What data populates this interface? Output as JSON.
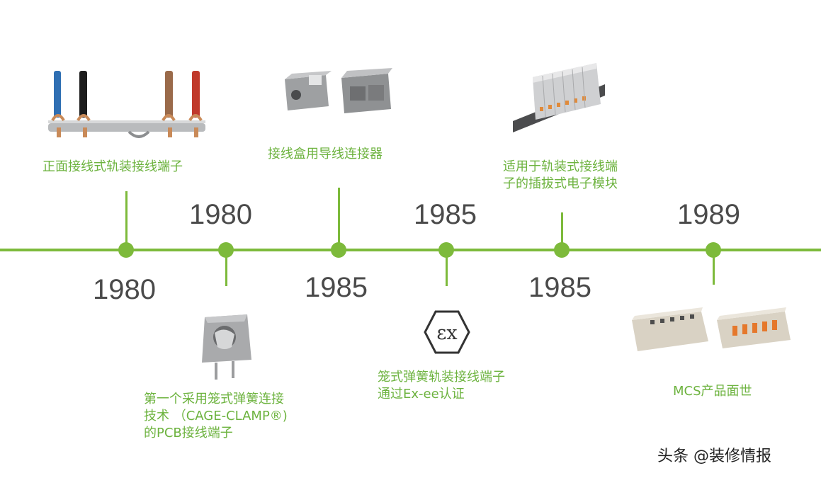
{
  "accent_color": "#7dba3b",
  "events": [
    {
      "year": "1980",
      "caption": "正面接线式轨装接线端子",
      "image": "terminal-block-with-wires"
    },
    {
      "year": "1980",
      "caption_lines": [
        "第一个采用笼式弹簧连接",
        "技术 （CAGE-CLAMP®)",
        "的PCB接线端子"
      ],
      "image": "pcb-terminal-block"
    },
    {
      "year": "1985",
      "caption": "接线盒用导线连接器",
      "image": "wire-connectors"
    },
    {
      "year": "1985",
      "caption_lines": [
        "笼式弹簧轨装接线端子",
        "通过Ex-ee认证"
      ],
      "image": "ex-mark-icon",
      "icon_text": "εx"
    },
    {
      "year": "1985",
      "caption_lines": [
        "适用于轨装式接线端",
        "子的插拔式电子模块"
      ],
      "image": "din-rail-module"
    },
    {
      "year": "1989",
      "caption": "MCS产品面世",
      "image": "mcs-connectors"
    }
  ],
  "watermark": "头条 @装修情报"
}
